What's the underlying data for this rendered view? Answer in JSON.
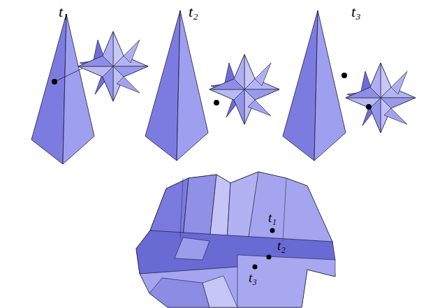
{
  "diagram": {
    "labels": [
      "t₁",
      "t₂",
      "t₃",
      "t₁",
      "t₂",
      "t₃"
    ]
  }
}
